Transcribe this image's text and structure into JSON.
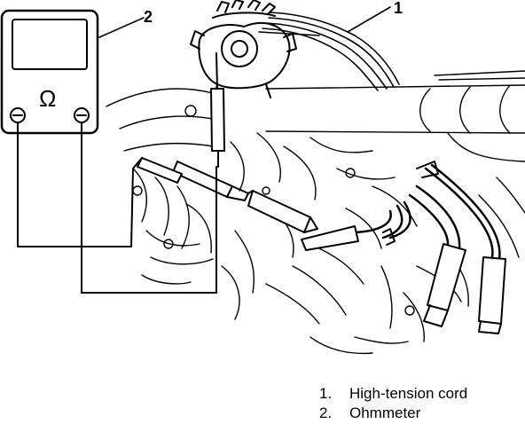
{
  "callouts": {
    "high_tension_cord": "1",
    "ohmmeter": "2"
  },
  "ohmmeter": {
    "symbol": "Ω",
    "terminal_symbol": "⊖"
  },
  "legend": {
    "items": [
      {
        "number": "1.",
        "label": "High-tension cord"
      },
      {
        "number": "2.",
        "label": "Ohmmeter"
      }
    ]
  },
  "colors": {
    "ink": "#000000",
    "paper": "#ffffff"
  }
}
